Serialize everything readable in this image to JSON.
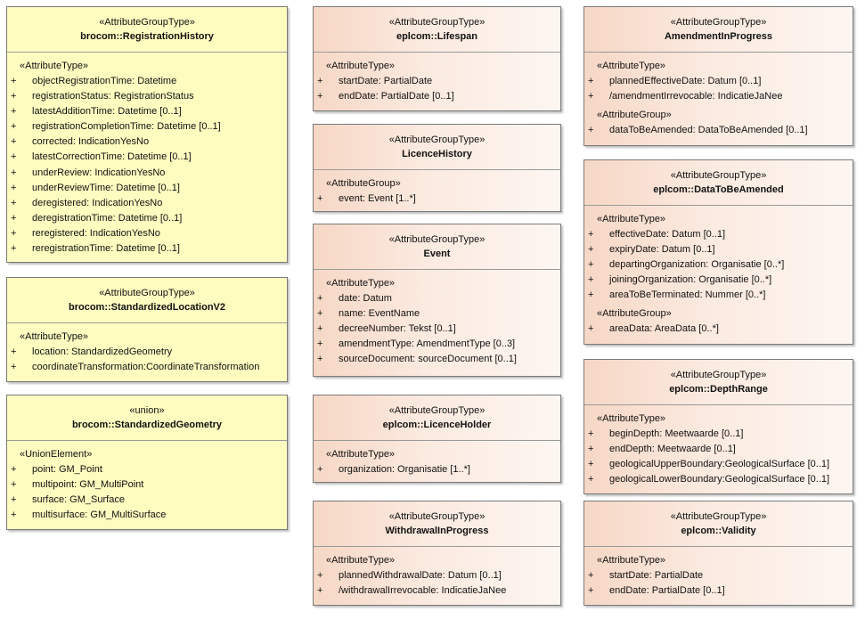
{
  "classes": [
    {
      "key": "registrationHistory",
      "stereotype": "«AttributeGroupType»",
      "name": "brocom::RegistrationHistory",
      "groups": [
        {
          "label": "«AttributeType»",
          "attrs": [
            "objectRegistrationTime: Datetime",
            "registrationStatus: RegistrationStatus",
            "latestAdditionTime: Datetime [0..1]",
            "registrationCompletionTime: Datetime [0..1]",
            "corrected: IndicationYesNo",
            "latestCorrectionTime: Datetime [0..1]",
            "underReview: IndicationYesNo",
            "underReviewTime: Datetime [0..1]",
            "deregistered: IndicationYesNo",
            "deregistrationTime: Datetime [0..1]",
            "reregistered: IndicationYesNo",
            "reregistrationTime: Datetime [0..1]"
          ]
        }
      ]
    },
    {
      "key": "standardizedLocationV2",
      "stereotype": "«AttributeGroupType»",
      "name": "brocom::StandardizedLocationV2",
      "groups": [
        {
          "label": "«AttributeType»",
          "attrs": [
            "location: StandardizedGeometry",
            "coordinateTransformation:CoordinateTransformation"
          ]
        }
      ]
    },
    {
      "key": "standardizedGeometry",
      "stereotype": "«union»",
      "name": "brocom::StandardizedGeometry",
      "groups": [
        {
          "label": "«UnionElement»",
          "attrs": [
            "point: GM_Point",
            "multipoint: GM_MultiPoint",
            "surface: GM_Surface",
            "multisurface: GM_MultiSurface"
          ]
        }
      ]
    },
    {
      "key": "lifespan",
      "stereotype": "«AttributeGroupType»",
      "name": "eplcom::Lifespan",
      "groups": [
        {
          "label": "«AttributeType»",
          "attrs": [
            "startDate: PartialDate",
            "endDate: PartialDate [0..1]"
          ]
        }
      ]
    },
    {
      "key": "licenceHistory",
      "stereotype": "«AttributeGroupType»",
      "name": "LicenceHistory",
      "groups": [
        {
          "label": "«AttributeGroup»",
          "attrs": [
            "event: Event [1..*]"
          ]
        }
      ]
    },
    {
      "key": "event",
      "stereotype": "«AttributeGroupType»",
      "name": "Event",
      "groups": [
        {
          "label": "«AttributeType»",
          "attrs": [
            "date: Datum",
            "name: EventName",
            "decreeNumber: Tekst [0..1]",
            "amendmentType: AmendmentType [0..3]",
            "sourceDocument: sourceDocument [0..1]"
          ]
        }
      ]
    },
    {
      "key": "licenceHolder",
      "stereotype": "«AttributeGroupType»",
      "name": "eplcom::LicenceHolder",
      "groups": [
        {
          "label": "«AttributeType»",
          "attrs": [
            "organization: Organisatie [1..*]"
          ]
        }
      ]
    },
    {
      "key": "withdrawalInProgress",
      "stereotype": "«AttributeGroupType»",
      "name": "WithdrawalInProgress",
      "groups": [
        {
          "label": "«AttributeType»",
          "attrs": [
            "plannedWithdrawalDate: Datum [0..1]",
            "/withdrawalIrrevocable: IndicatieJaNee"
          ]
        }
      ]
    },
    {
      "key": "amendmentInProgress",
      "stereotype": "«AttributeGroupType»",
      "name": "AmendmentInProgress",
      "groups": [
        {
          "label": "«AttributeType»",
          "attrs": [
            "plannedEffectiveDate: Datum [0..1]",
            "/amendmentIrrevocable: IndicatieJaNee"
          ]
        },
        {
          "label": "«AttributeGroup»",
          "attrs": [
            "dataToBeAmended: DataToBeAmended [0..1]"
          ]
        }
      ]
    },
    {
      "key": "dataToBeAmended",
      "stereotype": "«AttributeGroupType»",
      "name": "eplcom::DataToBeAmended",
      "groups": [
        {
          "label": "«AttributeType»",
          "attrs": [
            "effectiveDate: Datum [0..1]",
            "expiryDate: Datum [0..1]",
            "departingOrganization: Organisatie [0..*]",
            "joiningOrganization: Organisatie [0..*]",
            "areaToBeTerminated: Nummer [0..*]"
          ]
        },
        {
          "label": "«AttributeGroup»",
          "attrs": [
            "areaData: AreaData [0..*]"
          ]
        }
      ]
    },
    {
      "key": "depthRange",
      "stereotype": "«AttributeGroupType»",
      "name": "eplcom::DepthRange",
      "groups": [
        {
          "label": "«AttributeType»",
          "attrs": [
            "beginDepth: Meetwaarde [0..1]",
            "endDepth: Meetwaarde [0..1]",
            "geologicalUpperBoundary:GeologicalSurface [0..1]",
            "geologicalLowerBoundary:GeologicalSurface [0..1]"
          ]
        }
      ]
    },
    {
      "key": "validity",
      "stereotype": "«AttributeGroupType»",
      "name": "eplcom::Validity",
      "groups": [
        {
          "label": "«AttributeType»",
          "attrs": [
            "startDate: PartialDate",
            "endDate: PartialDate [0..1]"
          ]
        }
      ]
    }
  ],
  "visibility_symbol": "+",
  "colors": {
    "yellow_fill": "#fffcc0",
    "peach_fill": "#f6d7c5",
    "border": "#7a7a7a"
  }
}
